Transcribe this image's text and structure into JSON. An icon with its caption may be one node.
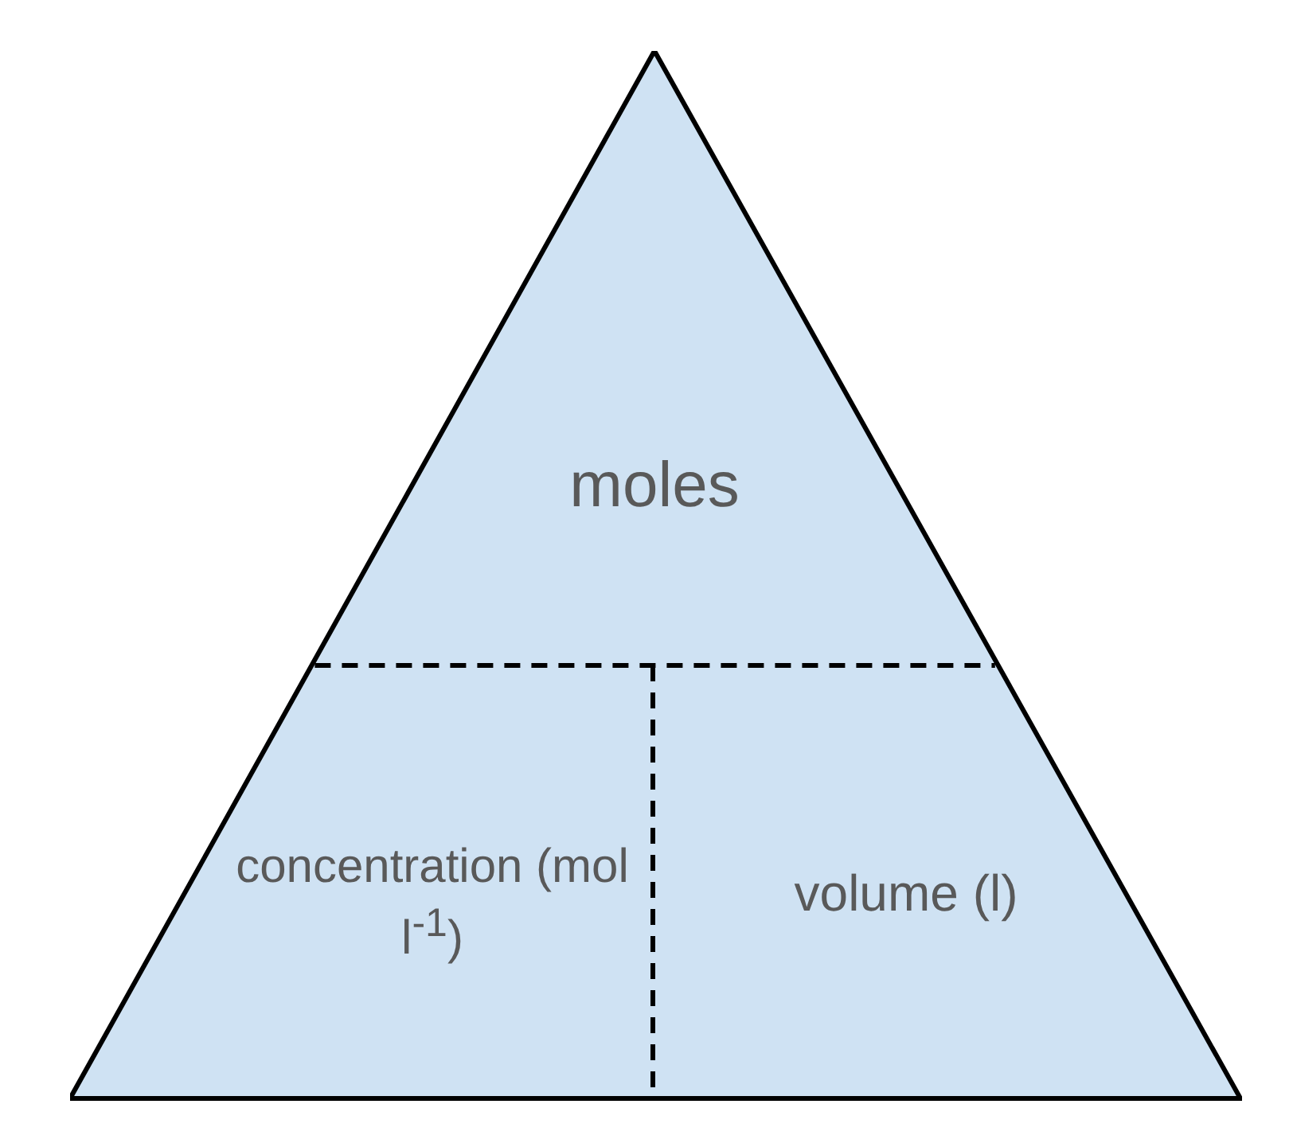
{
  "diagram": {
    "nodes": [
      {
        "text": [],
        "shape": "triangle"
      },
      {
        "text": [
          "moles"
        ],
        "in": 0
      },
      {
        "text": [
          "concentration (mol l$^{-1}$)"
        ],
        "in": 0
      },
      {
        "text": [
          "volume (l)"
        ],
        "in": 0
      }
    ]
  }
}
